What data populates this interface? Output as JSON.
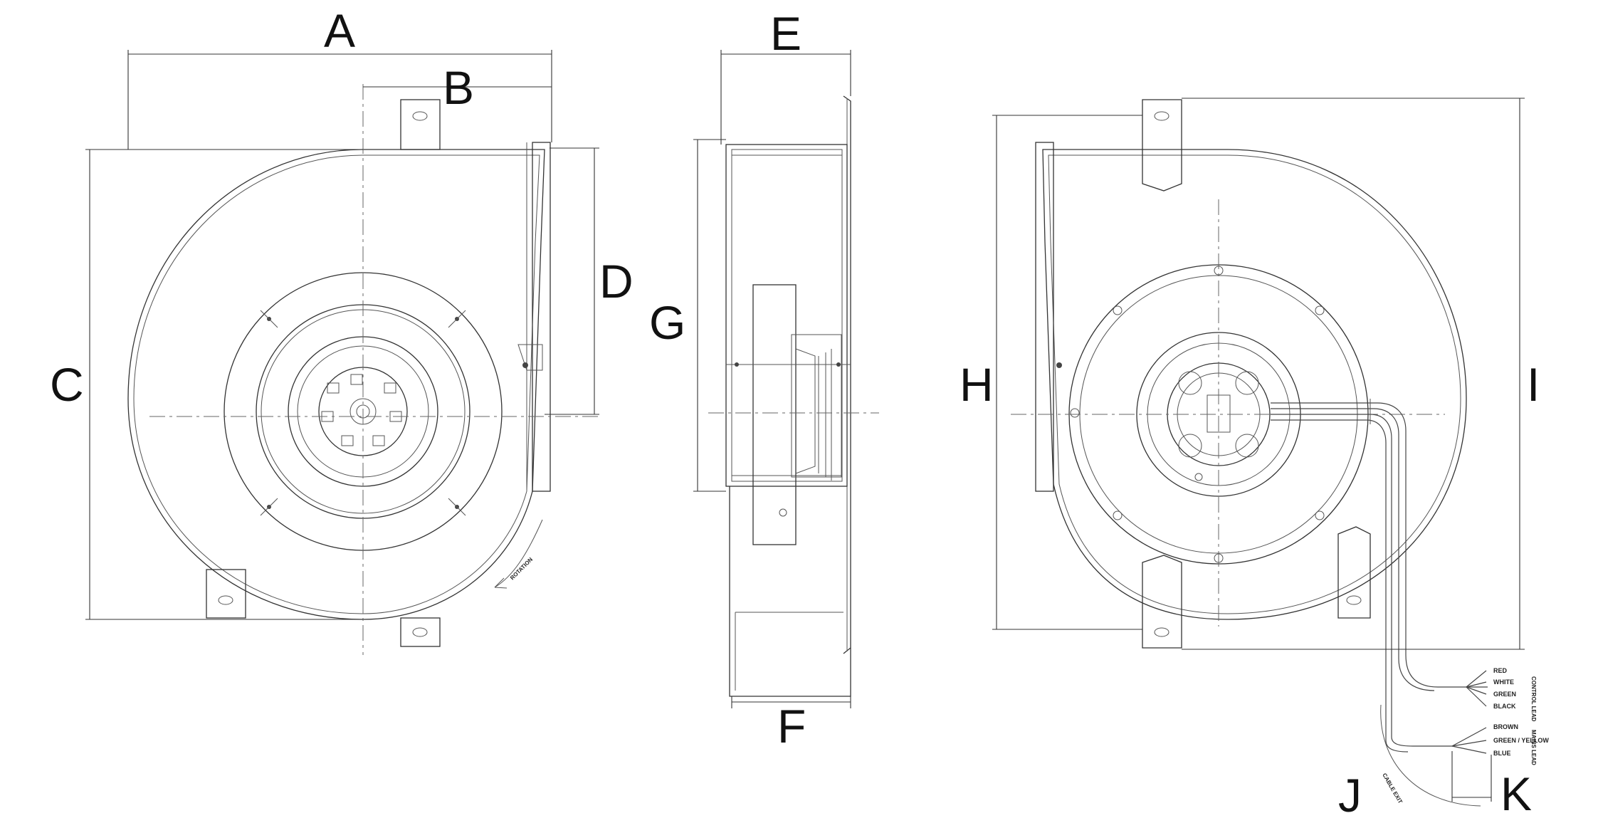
{
  "dimension_labels": {
    "a": "A",
    "b": "B",
    "c": "C",
    "d": "D",
    "e": "E",
    "f": "F",
    "g": "G",
    "h": "H",
    "i": "I",
    "j": "J",
    "k": "K"
  },
  "annotations": {
    "rotation": "ROTATION",
    "cable_exit": "CABLE EXIT"
  },
  "control_wires": {
    "group_label": "CONTROL LEAD",
    "colors": [
      "RED",
      "WHITE",
      "GREEN",
      "BLACK"
    ]
  },
  "mains_wires": {
    "group_label": "MAINS LEAD",
    "colors": [
      "BROWN",
      "GREEN / YELLOW",
      "BLUE"
    ]
  }
}
